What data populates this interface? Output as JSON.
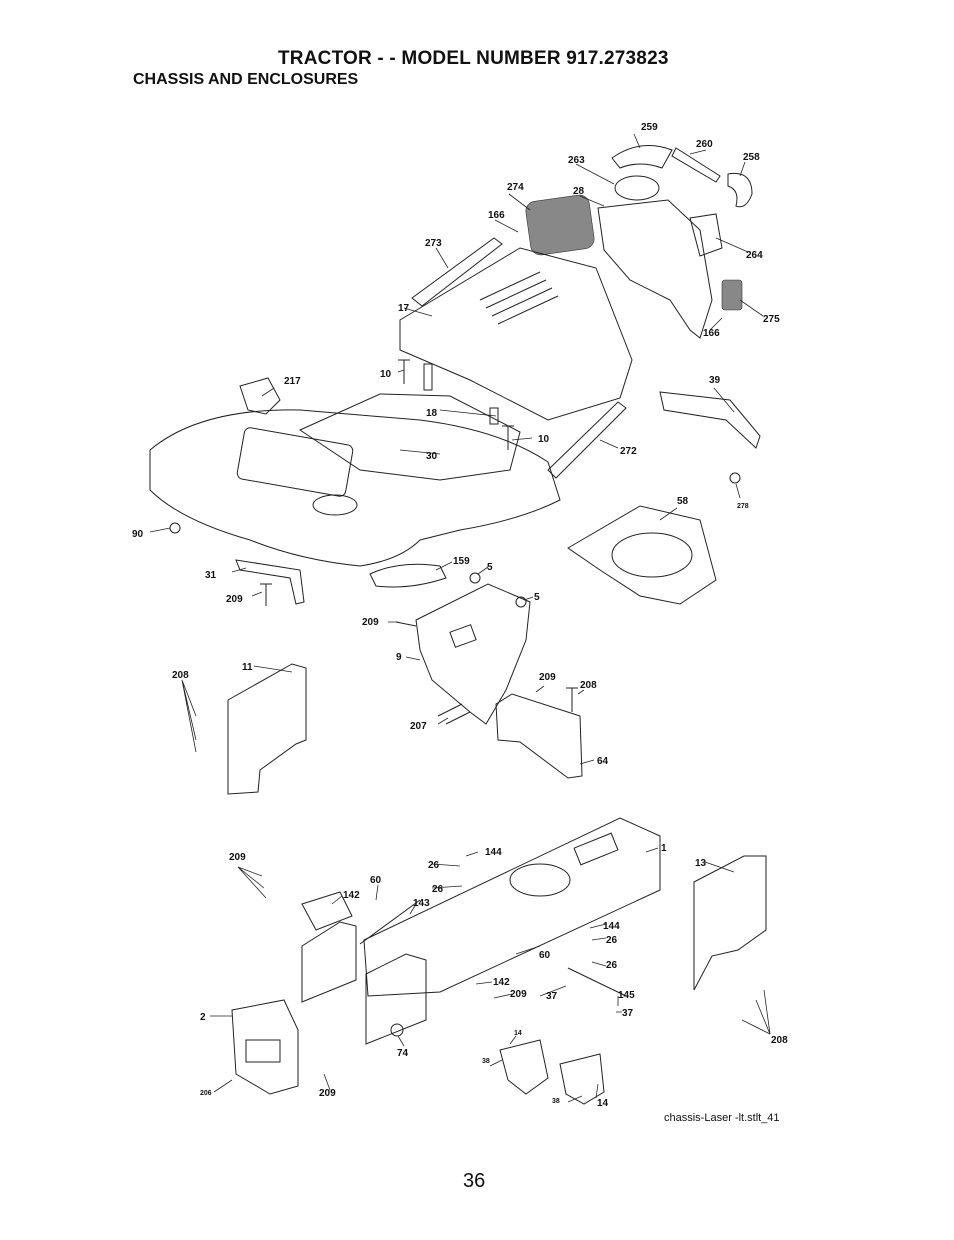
{
  "header": {
    "title": "TRACTOR - - MODEL NUMBER 917.273823",
    "subtitle": "CHASSIS AND ENCLOSURES"
  },
  "footer": {
    "drawing_code": "chassis-Laser -lt.stlt_41",
    "page_number": "36"
  },
  "callouts": {
    "p259": "259",
    "p260": "260",
    "p263": "263",
    "p258": "258",
    "p274": "274",
    "p28": "28",
    "p166a": "166",
    "p273": "273",
    "p264": "264",
    "p275": "275",
    "p166b": "166",
    "p17": "17",
    "p217": "217",
    "p10a": "10",
    "p18": "18",
    "p39": "39",
    "p10b": "10",
    "p30": "30",
    "p272": "272",
    "p278": "278",
    "p90": "90",
    "p58": "58",
    "p159": "159",
    "p5a": "5",
    "p31": "31",
    "p5b": "5",
    "p209a": "209",
    "p209b": "209",
    "p9": "9",
    "p208a": "208",
    "p11": "11",
    "p209c": "209",
    "p208b": "208",
    "p207": "207",
    "p64": "64",
    "p209d": "209",
    "p144a": "144",
    "p1": "1",
    "p26a": "26",
    "p13": "13",
    "p60a": "60",
    "p26b": "26",
    "p142a": "142",
    "p143": "143",
    "p144b": "144",
    "p26c": "26",
    "p60b": "60",
    "p26d": "26",
    "p142b": "142",
    "p209e": "209",
    "p37a": "37",
    "p145": "145",
    "p37b": "37",
    "p2": "2",
    "p208c": "208",
    "p14a": "14",
    "p74": "74",
    "p38a": "38",
    "p206": "206",
    "p209f": "209",
    "p38b": "38",
    "p14b": "14"
  }
}
